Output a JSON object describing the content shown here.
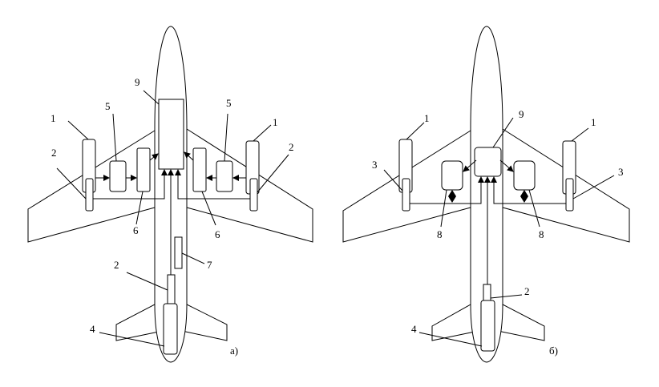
{
  "diagrams": [
    {
      "caption": "а)",
      "labels": {
        "engine_left": "1",
        "engine_right": "1",
        "apu_gearbox_left": "2",
        "apu_gearbox_right": "2",
        "apu_tail": "2",
        "tail_unit": "4",
        "unit_left": "5",
        "unit_right": "5",
        "converter_left": "6",
        "converter_right": "6",
        "fuselage_unit": "7",
        "central_block": "9"
      }
    },
    {
      "caption": "б)",
      "labels": {
        "engine_left": "1",
        "engine_right": "1",
        "gearbox_left": "3",
        "gearbox_right": "3",
        "apu_tail": "2",
        "tail_unit": "4",
        "unit_left": "8",
        "unit_right": "8",
        "central_block": "9"
      }
    }
  ]
}
